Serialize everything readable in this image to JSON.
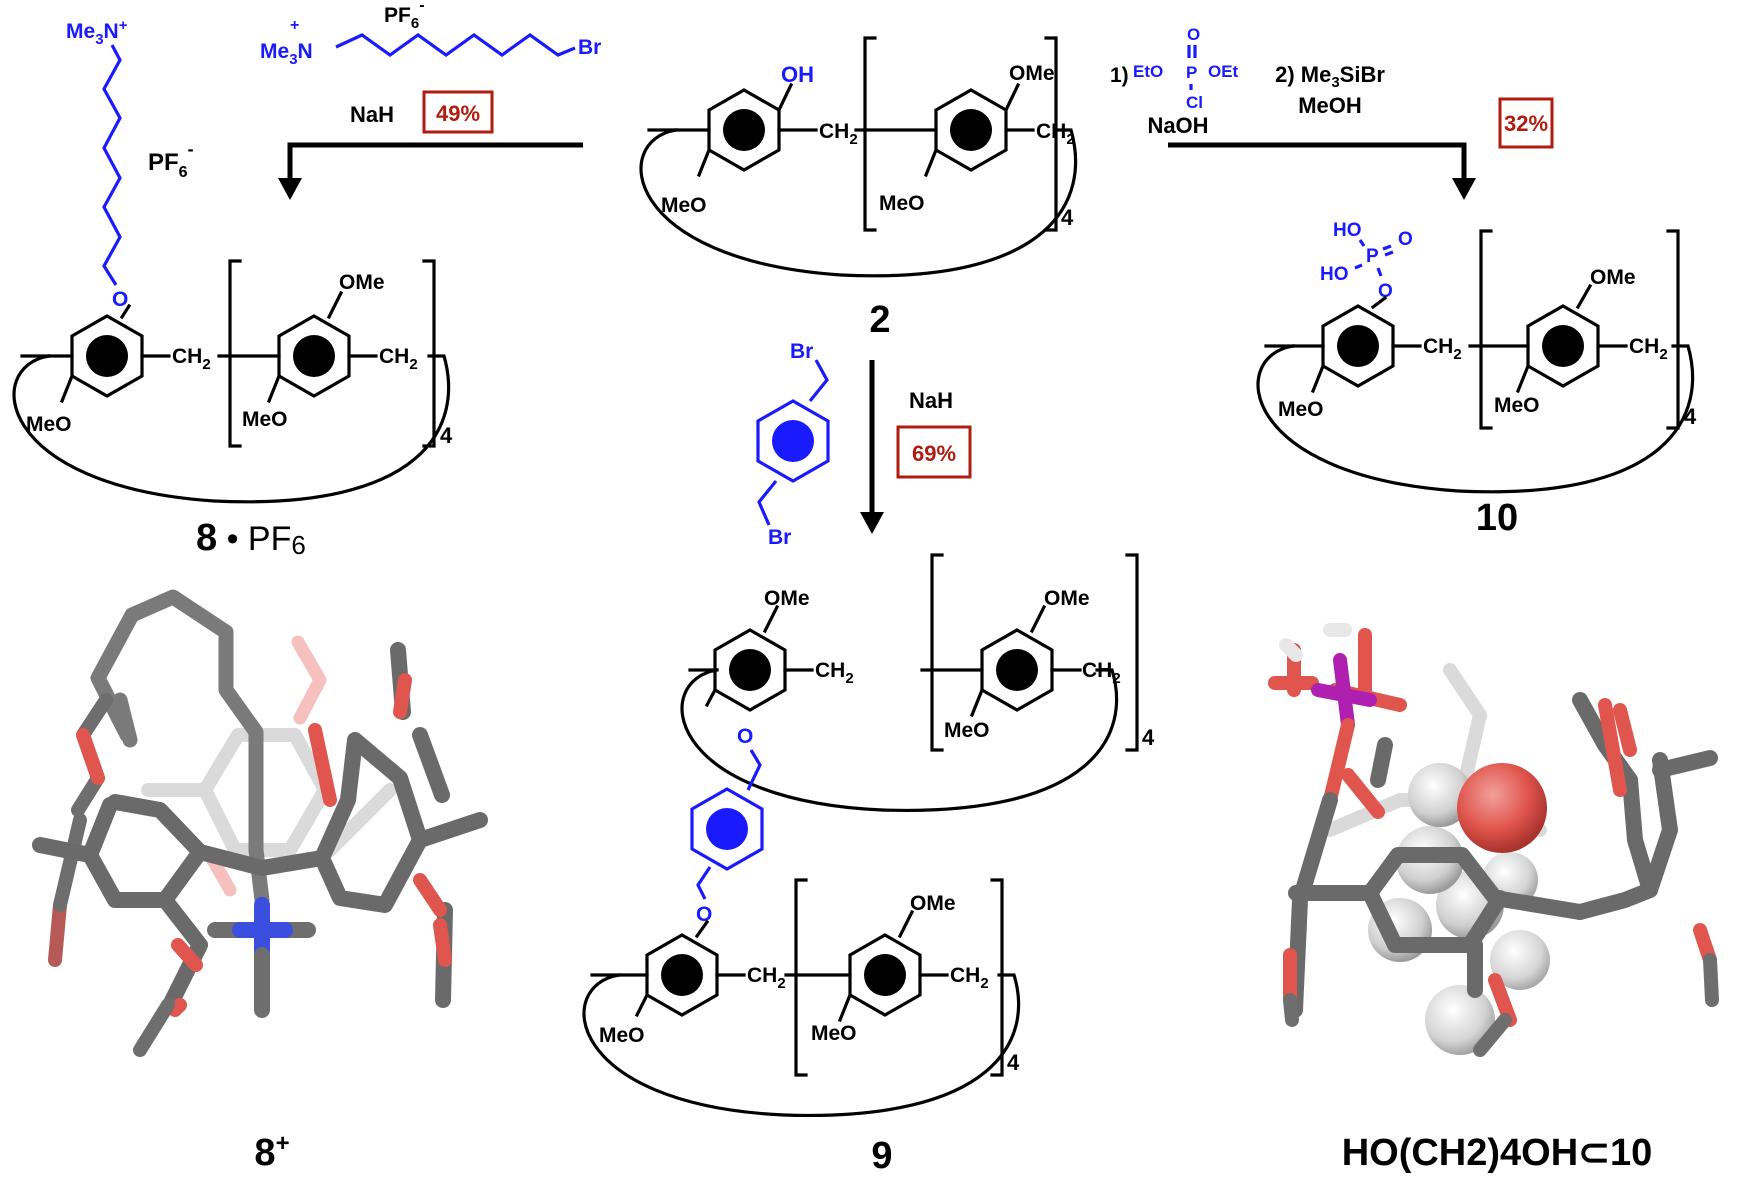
{
  "figure": {
    "type": "reaction-scheme",
    "colors": {
      "reagent_blue": "#1a1aff",
      "yield_red": "#b01c10",
      "carbon_gray": "#6e6e6e",
      "oxygen_red": "#e0554d",
      "nitrogen_blue": "#3a4fe0",
      "phosphorus_magenta": "#b020b0",
      "hydrogen_white": "#e8e8e8"
    }
  },
  "starting_material": {
    "label": "2",
    "substituent": "OH",
    "repeat_unit": {
      "top": "OMe",
      "bottom": "MeO",
      "linker": "CH2",
      "n": "4"
    },
    "first_unit": {
      "bottom": "MeO",
      "linker": "CH2"
    }
  },
  "reactions": {
    "left": {
      "reagent_cation": "Me3N+",
      "reagent_counterion": "PF6-",
      "reagent_halide": "Br",
      "base": "NaH",
      "yield": "49%"
    },
    "down": {
      "reagent_top": "Br",
      "reagent_bottom": "Br",
      "base": "NaH",
      "yield": "69%"
    },
    "right": {
      "step1_prefix": "1)",
      "step1_reagent": {
        "left": "EtO",
        "right": "OEt",
        "top": "O",
        "center": "P",
        "bottom": "Cl"
      },
      "step1_base": "NaOH",
      "step2_line1": "2) Me3SiBr",
      "step2_line2": "MeOH",
      "yield": "32%"
    }
  },
  "products": {
    "p8": {
      "label_bold": "8",
      "label_rest": "·PF6",
      "chain_head": "Me3N+",
      "counterion": "PF6-",
      "linker_atom": "O",
      "repeat_unit": {
        "top": "OMe",
        "bottom": "MeO",
        "linker": "CH2",
        "n": "4"
      },
      "first_unit": {
        "bottom": "MeO",
        "linker": "CH2"
      }
    },
    "p9": {
      "label": "9",
      "linker_atom": "O",
      "repeat_unit": {
        "top": "OMe",
        "bottom": "MeO",
        "linker": "CH2",
        "n": "4"
      },
      "first_unit_top": {
        "top": "OMe",
        "linker": "CH2"
      },
      "first_unit_bottom": {
        "bottom": "MeO",
        "linker": "CH2"
      }
    },
    "p10": {
      "label": "10",
      "phosphate": {
        "oh1": "HO",
        "oh2": "HO",
        "p": "P",
        "o_double": "O",
        "o_link": "O"
      },
      "repeat_unit": {
        "top": "OMe",
        "bottom": "MeO",
        "linker": "CH2",
        "n": "4"
      },
      "first_unit": {
        "bottom": "MeO",
        "linker": "CH2"
      }
    }
  },
  "crystal_structures": {
    "left": {
      "label_main": "8",
      "label_sup": "+"
    },
    "right": {
      "label": "HO(CH2)4OH⊂10"
    }
  }
}
